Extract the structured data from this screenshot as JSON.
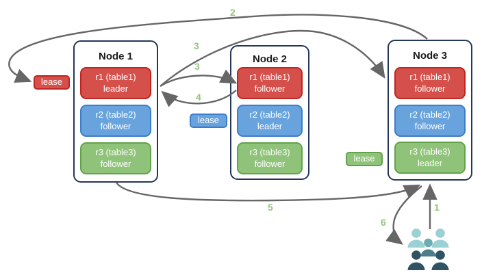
{
  "nodes": [
    {
      "title": "Node 1",
      "replicas": [
        {
          "name": "r1 (table1)",
          "role": "leader",
          "color": "#d5504b"
        },
        {
          "name": "r2 (table2)",
          "role": "follower",
          "color": "#68a3dd"
        },
        {
          "name": "r3 (table3)",
          "role": "follower",
          "color": "#8fc379"
        }
      ]
    },
    {
      "title": "Node 2",
      "replicas": [
        {
          "name": "r1 (table1)",
          "role": "follower",
          "color": "#d5504b"
        },
        {
          "name": "r2 (table2)",
          "role": "leader",
          "color": "#68a3dd"
        },
        {
          "name": "r3 (table3)",
          "role": "follower",
          "color": "#8fc379"
        }
      ]
    },
    {
      "title": "Node 3",
      "replicas": [
        {
          "name": "r1 (table1)",
          "role": "follower",
          "color": "#d5504b"
        },
        {
          "name": "r2 (table2)",
          "role": "follower",
          "color": "#68a3dd"
        },
        {
          "name": "r3 (table3)",
          "role": "leader",
          "color": "#8fc379"
        }
      ]
    }
  ],
  "leases": [
    {
      "label": "lease",
      "color": "#d5504b"
    },
    {
      "label": "lease",
      "color": "#68a3dd"
    },
    {
      "label": "lease",
      "color": "#8fc379"
    }
  ],
  "steps": {
    "step1": "1",
    "step2": "2",
    "step3a": "3",
    "step3b": "3",
    "step4": "4",
    "step5": "5",
    "step6": "6"
  },
  "icons": {
    "users": "users-icon"
  },
  "colors": {
    "arrow": "#666666",
    "step_label": "#93c47d",
    "node_border": "#24365c",
    "red_fill": "#d5504b",
    "red_border": "#c0241f",
    "blue_fill": "#68a3dd",
    "blue_border": "#3d7cc9",
    "green_fill": "#8fc379",
    "green_border": "#62a24c",
    "users_light": "#9bd0d4",
    "users_medium": "#6cacb4",
    "users_medium_dark": "#4a7e8c",
    "users_dark": "#2f5363"
  }
}
